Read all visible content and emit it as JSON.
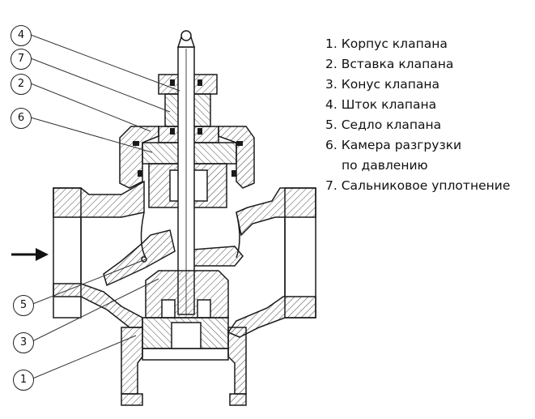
{
  "legend": [
    "1. Корпус клапана",
    "2. Вставка клапана",
    "3. Конус клапана",
    "4. Шток клапана",
    "5. Седло клапана",
    "6. Камера разгрузки",
    "по давлению",
    "7. Сальниковое уплотнение"
  ],
  "callouts": {
    "c4": "4",
    "c7": "7",
    "c2": "2",
    "c6": "6",
    "c5": "5",
    "c3": "3",
    "c1": "1"
  },
  "flow_arrow": "arrow-right",
  "colors": {
    "line": "#1a1a1a",
    "hatch": "#444444",
    "background": "#ffffff"
  }
}
